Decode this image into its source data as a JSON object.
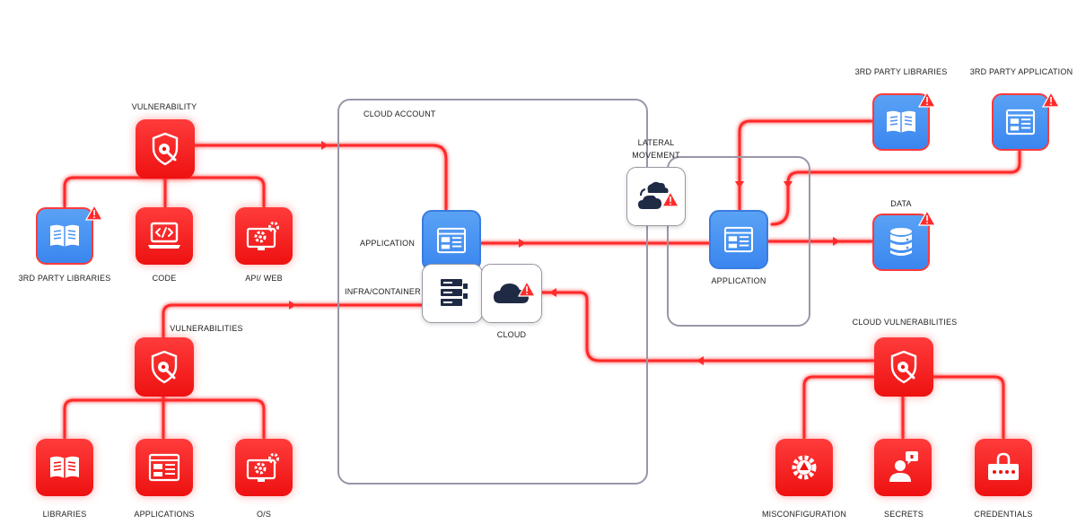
{
  "labels": {
    "vulnerability": "VULNERABILITY",
    "third_party_libraries_left": "3RD PARTY LIBRARIES",
    "code": "CODE",
    "api_web": "API/ WEB",
    "vulnerabilities": "VULNERABILITIES",
    "libraries": "LIBRARIES",
    "applications": "APPLICATIONS",
    "os": "O/S",
    "cloud_account": "CLOUD ACCOUNT",
    "application_left": "APPLICATION",
    "infra_container": "INFRA/CONTAINER",
    "cloud": "CLOUD",
    "lateral_movement_1": "LATERAL",
    "lateral_movement_2": "MOVEMENT",
    "application_right": "APPLICATION",
    "third_party_libraries_right": "3RD PARTY LIBRARIES",
    "third_party_application": "3RD PARTY APPLICATION",
    "data": "DATA",
    "cloud_vulnerabilities": "CLOUD VULNERABILITIES",
    "misconfiguration": "MISCONFIGURATION",
    "secrets": "SECRETS",
    "credentials": "CREDENTIALS"
  },
  "colors": {
    "threat": "#ff2b2b",
    "asset_blue": "#4a92f2",
    "boundary": "#9a96a8",
    "cloud_icon": "#1f2a44"
  }
}
